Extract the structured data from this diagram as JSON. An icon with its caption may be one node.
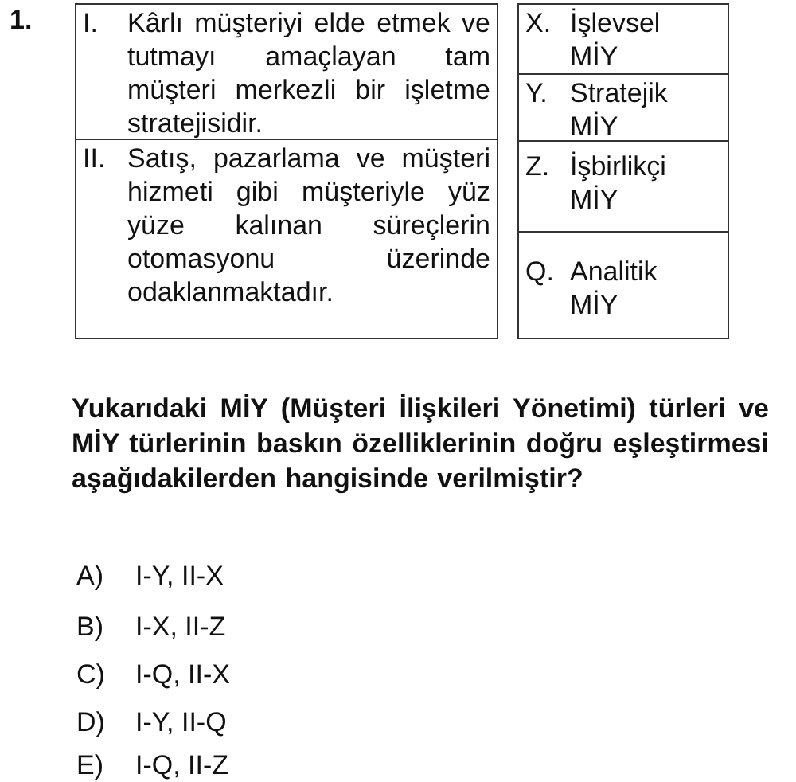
{
  "diagram": {
    "labels": [
      "1.",
      "I.",
      "Kârlı müşteriyi elde etmek ve tutmayı amaçlayan tam müşteri merkezli bir işletme stratejisidir.",
      "II.",
      "Satış, pazarlama ve müşteri hizmeti gibi müşteriyle yüz yüze kalınan süreçlerin otomasyonu üzerinde odaklanmaktadır.",
      "X.",
      "İşlevsel MİY",
      "Y.",
      "Stratejik MİY",
      "Z.",
      "İşbirlikçi MİY",
      "Q.",
      "Analitik MİY",
      "Yukarıdaki MİY (Müşteri İlişkileri Yönetimi) türleri ve MİY türlerinin baskın özelliklerinin doğru eşleştirmesi aşağıdakilerden hangisinde verilmiştir?",
      "A)",
      "I-Y, II-X",
      "B)",
      "I-X, II-Z",
      "C)",
      "I-Q, II-X",
      "D)",
      "I-Y, II-Q",
      "E)",
      "I-Q, II-Z"
    ]
  }
}
